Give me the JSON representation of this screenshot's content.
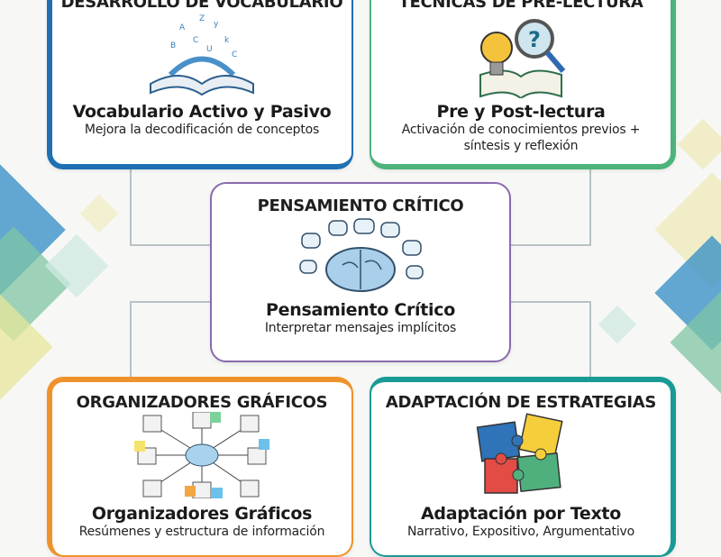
{
  "cards": {
    "vocabulario": {
      "heading": "DESARROLLO DE VOCABULARIO",
      "title": "Vocabulario Activo y Pasivo",
      "subtitle": "Mejora la decodificación de conceptos",
      "color": "#1f6fb3",
      "icon": "book-letters-icon"
    },
    "prelectura": {
      "heading": "TÉCNICAS DE PRE-LECTURA",
      "title": "Pre y Post-lectura",
      "subtitle_lines": [
        "Activación de conocimientos previos +",
        "síntesis y reflexión"
      ],
      "color": "#4db37a",
      "icon": "lightbulb-magnifier-book-icon"
    },
    "pensamiento": {
      "heading": "PENSAMIENTO CRÍTICO",
      "title": "Pensamiento Crítico",
      "subtitle": "Interpretar mensajes implícitos",
      "color": "#8a6bb0",
      "icon": "brain-icon"
    },
    "organizadores": {
      "heading": "ORGANIZADORES GRÁFICOS",
      "title": "Organizadores Gráficos",
      "subtitle": "Resúmenes y estructura de información",
      "color": "#f0922b",
      "icon": "mind-map-icon"
    },
    "adaptacion": {
      "heading": "ADAPTACIÓN DE ESTRATEGIAS",
      "title": "Adaptación por Texto",
      "subtitle": "Narrativo, Expositivo, Argumentativo",
      "color": "#1a9a94",
      "icon": "puzzle-icon"
    }
  }
}
